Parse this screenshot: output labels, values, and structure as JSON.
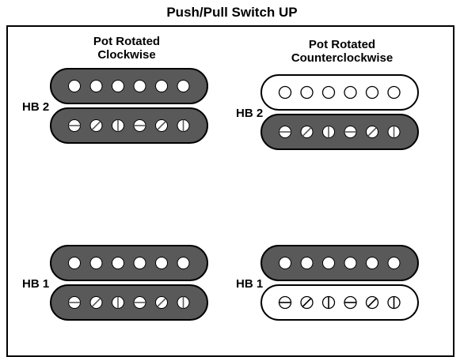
{
  "title": "Push/Pull Switch UP",
  "columns": [
    {
      "heading_line1": "Pot Rotated",
      "heading_line2": "Clockwise"
    },
    {
      "heading_line1": "Pot Rotated",
      "heading_line2": "Counterclockwise"
    }
  ],
  "labels": {
    "hb2_left": "HB 2",
    "hb2_right": "HB 2",
    "hb1_left": "HB 1",
    "hb1_right": "HB 1"
  },
  "colors": {
    "active_coil": "#595959",
    "inactive_coil": "#ffffff",
    "outline": "#000000"
  },
  "pickups": [
    {
      "name": "HB 2",
      "column": "Clockwise",
      "top_coil": "active",
      "bottom_coil": "active"
    },
    {
      "name": "HB 2",
      "column": "Counterclockwise",
      "top_coil": "inactive",
      "bottom_coil": "active"
    },
    {
      "name": "HB 1",
      "column": "Clockwise",
      "top_coil": "active",
      "bottom_coil": "active"
    },
    {
      "name": "HB 1",
      "column": "Counterclockwise",
      "top_coil": "active",
      "bottom_coil": "inactive"
    }
  ]
}
